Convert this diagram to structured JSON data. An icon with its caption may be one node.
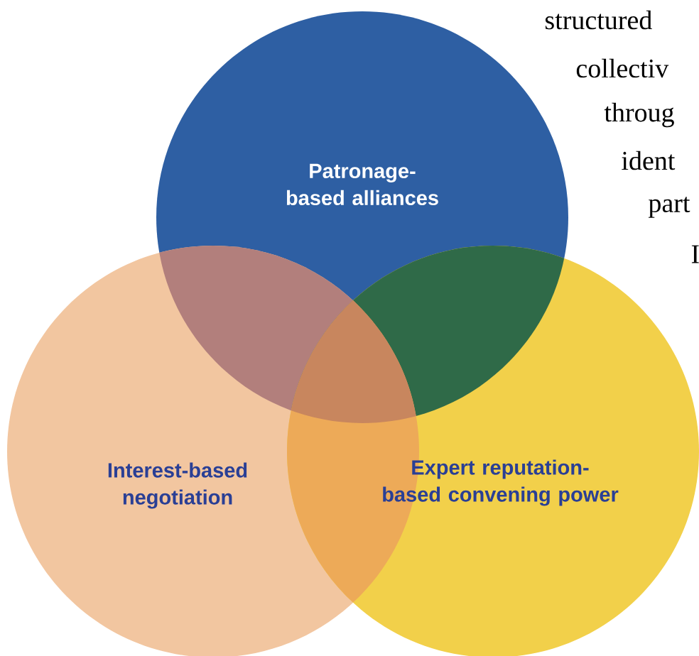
{
  "diagram": {
    "nodes": [
      {
        "text": [
          "Patronage-based alliances"
        ]
      },
      {
        "text": [
          "Interest-based negotiation"
        ]
      },
      {
        "text": [
          "Expert reputation-based convening power"
        ]
      }
    ],
    "labels": [
      "structured",
      "collectiv",
      "throug",
      "ident",
      "part",
      "I"
    ]
  }
}
